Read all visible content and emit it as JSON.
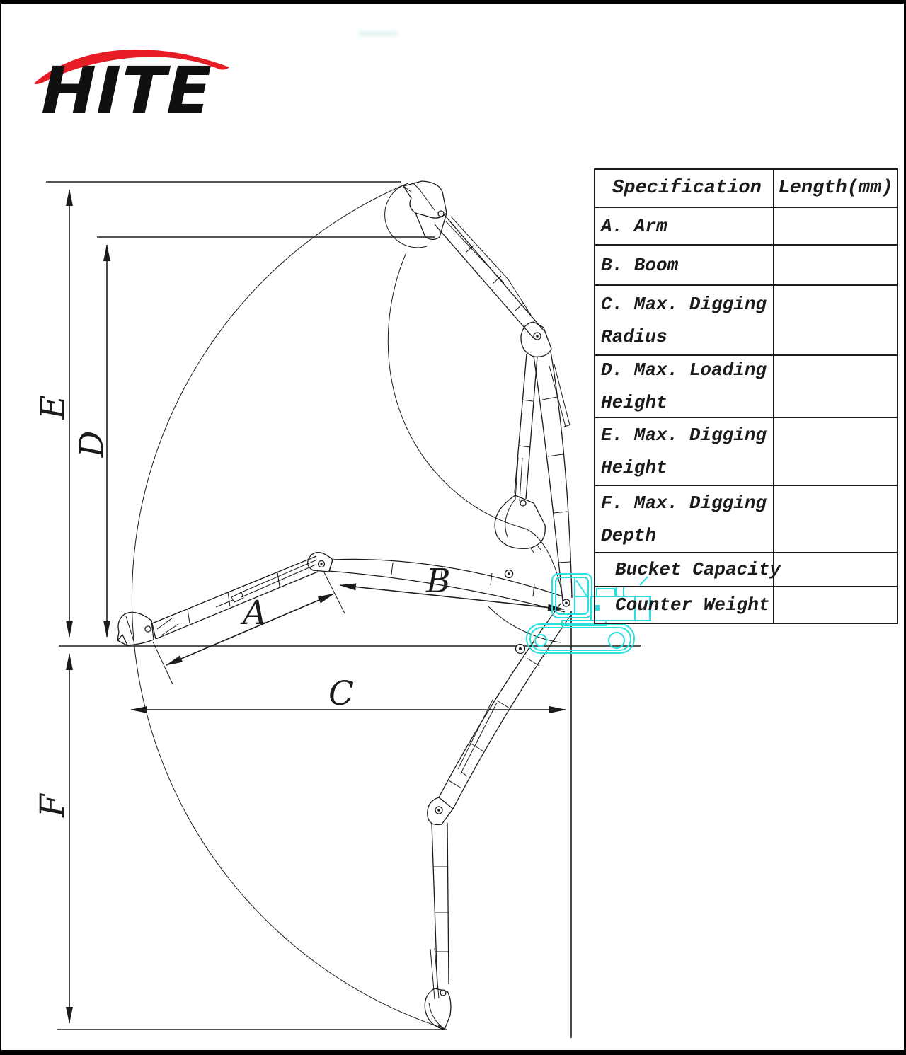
{
  "logo": {
    "text": "HITE"
  },
  "colors": {
    "ink": "#1b1b1b",
    "cyan": "#2ae0df",
    "red": "#e81c24",
    "logo": "#101010"
  },
  "dimension_labels": {
    "A": "A",
    "B": "B",
    "C": "C",
    "D": "D",
    "E": "E",
    "F": "F"
  },
  "table": {
    "header": {
      "spec": "Specification",
      "value": "Length(mm)"
    },
    "rows": [
      {
        "lines": [
          "A. Arm"
        ],
        "value": ""
      },
      {
        "lines": [
          "B. Boom"
        ],
        "value": ""
      },
      {
        "lines": [
          "C. Max. Digging",
          "Radius"
        ],
        "value": ""
      },
      {
        "lines": [
          "D. Max. Loading",
          "Height"
        ],
        "value": ""
      },
      {
        "lines": [
          "E. Max. Digging",
          "Height"
        ],
        "value": ""
      },
      {
        "lines": [
          "F. Max. Digging",
          "Depth"
        ],
        "value": ""
      },
      {
        "lines": [
          "Bucket Capacity"
        ],
        "value": ""
      },
      {
        "lines": [
          "Counter Weight"
        ],
        "value": ""
      }
    ]
  }
}
